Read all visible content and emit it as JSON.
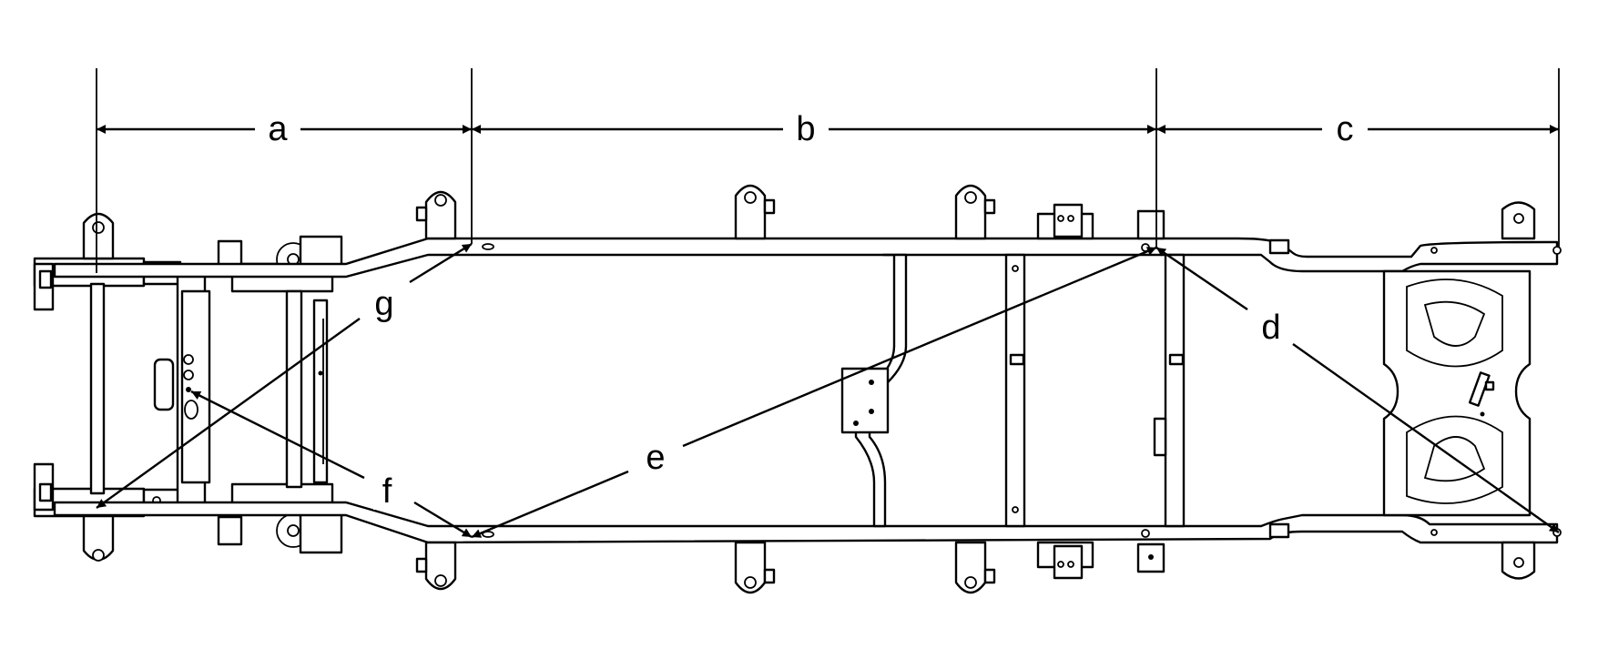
{
  "dimension_labels": {
    "a": "a",
    "b": "b",
    "c": "c",
    "d": "d",
    "e": "e",
    "f": "f",
    "g": "g"
  },
  "colors": {
    "line": "#000000",
    "background": "#ffffff"
  }
}
